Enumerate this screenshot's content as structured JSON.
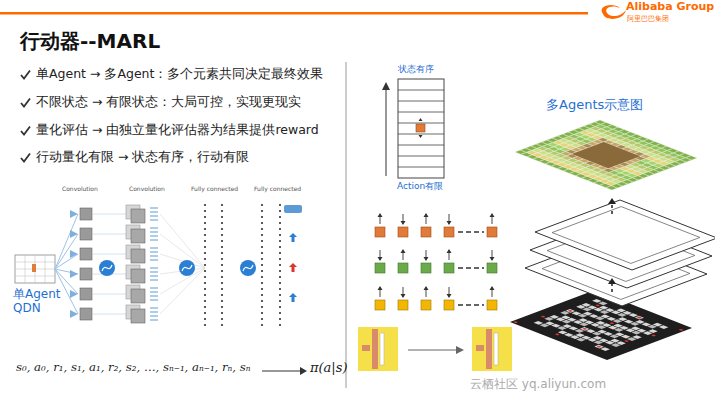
{
  "diagram": {
    "title": "行动器--MARL",
    "labels": [
      "Alibaba Group",
      "阿里巴巴集团",
      "单Agent → 多Agent：多个元素共同决定最终效果",
      "不限状态 → 有限状态：大局可控，实现更现实",
      "量化评估 → 由独立量化评估器为结果提供reward",
      "行动量化有限 → 状态有序，行动有限",
      "Convolution",
      "Convolution",
      "Fully connected",
      "Fully connected",
      "单Agent QDN",
      "s₀, a₀, r₁, s₁, a₁, r₂, s₂, …, sₙ₋₁, aₙ₋₁, rₙ, sₙ",
      "π(a|s)",
      "状态有序",
      "Action有限",
      "多Agents示意图",
      "云栖社区 yq.aliyun.com"
    ]
  }
}
